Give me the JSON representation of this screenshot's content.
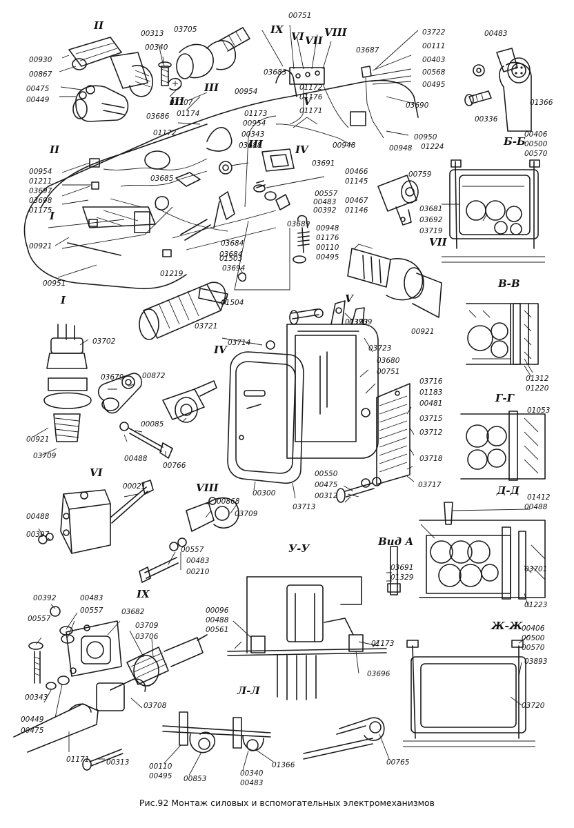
{
  "caption": "Рис.92 Монтаж силовых и вспомогательных электромеханизмов",
  "sections": [
    {
      "id": "s1",
      "text": "I"
    },
    {
      "id": "s2",
      "text": "II"
    },
    {
      "id": "s3",
      "text": "III"
    },
    {
      "id": "s4",
      "text": "IV"
    },
    {
      "id": "s5",
      "text": "V"
    },
    {
      "id": "s6",
      "text": "VI"
    },
    {
      "id": "s7",
      "text": "VII"
    },
    {
      "id": "s8",
      "text": "VIII"
    },
    {
      "id": "s9",
      "text": "IX"
    },
    {
      "id": "s10",
      "text": "Б-Б"
    },
    {
      "id": "s11",
      "text": "В-В"
    },
    {
      "id": "s12",
      "text": "Г-Г"
    },
    {
      "id": "s13",
      "text": "Д-Д"
    },
    {
      "id": "s14",
      "text": "Ж-Ж"
    },
    {
      "id": "s15",
      "text": "У-У"
    },
    {
      "id": "s16",
      "text": "Л-Л"
    },
    {
      "id": "s17",
      "text": "Вид А"
    },
    {
      "id": "s18",
      "text": "II"
    },
    {
      "id": "s19",
      "text": "III"
    },
    {
      "id": "s20",
      "text": "III"
    },
    {
      "id": "s21",
      "text": "IV"
    },
    {
      "id": "s22",
      "text": "V"
    },
    {
      "id": "s23",
      "text": "VI"
    },
    {
      "id": "s24",
      "text": "VII"
    },
    {
      "id": "s25",
      "text": "VIII"
    },
    {
      "id": "s26",
      "text": "IX"
    },
    {
      "id": "s27",
      "text": "I"
    }
  ],
  "labels": [
    "00930",
    "00867",
    "00475",
    "00449",
    "00313",
    "00340",
    "03705",
    "03707",
    "03686",
    "01172",
    "01174",
    "03685",
    "00954",
    "01211",
    "03697",
    "03698",
    "01175",
    "00921",
    "00951",
    "01503",
    "03694",
    "03684",
    "01219",
    "01504",
    "03721",
    "03714",
    "00751",
    "03683",
    "03687",
    "03722",
    "00111",
    "00403",
    "00568",
    "00495",
    "00954",
    "01173",
    "00954",
    "00343",
    "03688",
    "01172",
    "01176",
    "01171",
    "03690",
    "00948",
    "00948",
    "00950",
    "01224",
    "03691",
    "00466",
    "01145",
    "00557",
    "00483",
    "00392",
    "03689",
    "00948",
    "01176",
    "00110",
    "00495",
    "00467",
    "01146",
    "00759",
    "03681",
    "03692",
    "03719",
    "00483",
    "00336",
    "01366",
    "00406",
    "00500",
    "00570",
    "03709",
    "00921",
    "03702",
    "00921",
    "03709",
    "03679",
    "00872",
    "00085",
    "00488",
    "00766",
    "01393",
    "03723",
    "03680",
    "00751",
    "03716",
    "01183",
    "00481",
    "03715",
    "03712",
    "03718",
    "03717",
    "00550",
    "00475",
    "00312",
    "00300",
    "03713",
    "00021",
    "00488",
    "00397",
    "00868",
    "03709",
    "00557",
    "00483",
    "00210",
    "01312",
    "01220",
    "01053",
    "01412",
    "00488",
    "03701",
    "01223",
    "03691",
    "01329",
    "00096",
    "00488",
    "00561",
    "01173",
    "03696",
    "00406",
    "00500",
    "00570",
    "03893",
    "03720",
    "00392",
    "00483",
    "00557",
    "00557",
    "03682",
    "03709",
    "03706",
    "00343",
    "03708",
    "00449",
    "00475",
    "01171",
    "00313",
    "00110",
    "00495",
    "00853",
    "00340",
    "00483",
    "01366",
    "00765",
    "03684"
  ]
}
